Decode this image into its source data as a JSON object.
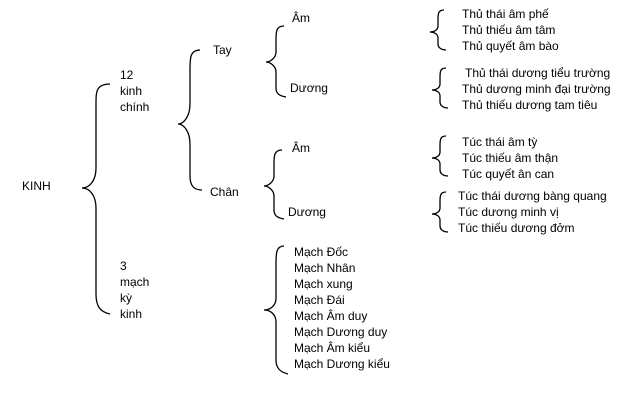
{
  "root": "KINH",
  "group_12": {
    "lines": [
      "12",
      "kinh",
      "chính"
    ]
  },
  "group_3": {
    "lines": [
      "3",
      "mạch",
      "kỳ",
      "kinh"
    ]
  },
  "tay": {
    "label": "Tay",
    "am": {
      "label": "Âm",
      "items": [
        "Thủ thái âm phế",
        "Thủ thiếu âm tâm",
        "Thủ quyết âm bào"
      ]
    },
    "duong": {
      "label": "Dương",
      "items": [
        "Thủ thái dương tiểu trường",
        "Thủ dương minh đại trường",
        "Thủ thiếu dương tam tiêu"
      ]
    }
  },
  "chan": {
    "label": "Chân",
    "am": {
      "label": "Âm",
      "items": [
        "Túc thái âm tỳ",
        "Túc thiếu âm thận",
        "Túc quyết ân can"
      ]
    },
    "duong": {
      "label": "Dương",
      "items": [
        "Túc thái dương bàng quang",
        "Túc dương minh vị",
        "Túc thiếu dương đởm"
      ]
    }
  },
  "ky_kinh": {
    "items": [
      "Mạch Đốc",
      "Mạch Nhân",
      "Mạch xung",
      "Mạch Đái",
      "Mạch Âm duy",
      "Mạch Dương duy",
      "Mạch Âm kiểu",
      "Mạch Dương kiểu"
    ]
  },
  "colors": {
    "stroke": "#000000",
    "text": "#000000",
    "background": "#ffffff"
  }
}
